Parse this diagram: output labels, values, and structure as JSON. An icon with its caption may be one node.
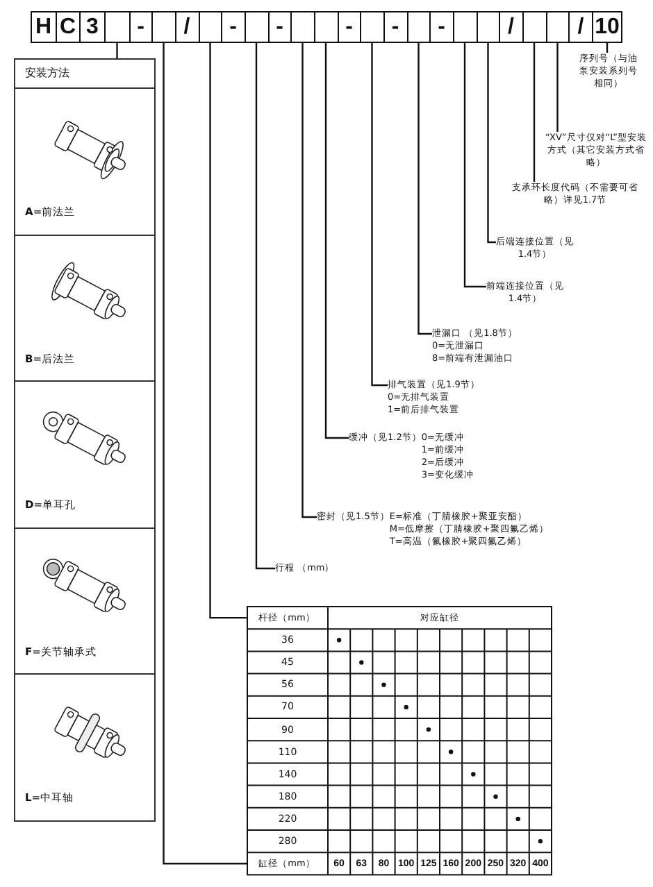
{
  "diagram": {
    "nodes": [
      {
        "text": [
          "H"
        ]
      },
      {
        "text": [
          "C"
        ]
      },
      {
        "text": [
          "3"
        ]
      },
      {
        "text": [],
        "shape": "box"
      },
      {
        "text": [
          "-"
        ]
      },
      {
        "text": [],
        "shape": "box"
      },
      {
        "text": [
          "/"
        ]
      },
      {
        "text": [],
        "shape": "box"
      },
      {
        "text": [
          "-"
        ]
      },
      {
        "text": [],
        "shape": "box"
      },
      {
        "text": [
          "-"
        ]
      },
      {
        "text": [],
        "shape": "box"
      },
      {
        "text": [],
        "shape": "box"
      },
      {
        "text": [
          "-"
        ]
      },
      {
        "text": [],
        "shape": "box"
      },
      {
        "text": [
          "-"
        ]
      },
      {
        "text": [],
        "shape": "box"
      },
      {
        "text": [
          "-"
        ]
      },
      {
        "text": [],
        "shape": "box"
      },
      {
        "text": [],
        "shape": "box"
      },
      {
        "text": [
          "/"
        ]
      },
      {
        "text": [],
        "shape": "box"
      },
      {
        "text": [],
        "shape": "box"
      },
      {
        "text": [
          "/"
        ]
      },
      {
        "text": [
          "10"
        ]
      },
      {
        "text": [
          "安装方法"
        ]
      },
      {
        "text": [
          "**A**=前法兰"
        ],
        "in": 25
      },
      {
        "text": [
          "**B**=后法兰"
        ],
        "in": 25
      },
      {
        "text": [
          "**D**=单耳孔"
        ],
        "in": 25
      },
      {
        "text": [
          "**F**=关节轴承式"
        ],
        "in": 25
      },
      {
        "text": [
          "**L**=中耳轴"
        ],
        "in": 25
      },
      {
        "text": [
          "序列号（与油泵安装系列号相同）"
        ]
      },
      {
        "text": [
          "“XV”尺寸仅对“L”型安装方式（其它安装方式省略）"
        ]
      },
      {
        "text": [
          "支承环长度代码（不需要可省略）详见1.7节"
        ]
      },
      {
        "text": [
          "后端连接位置（见1.4节）"
        ]
      },
      {
        "text": [
          "前端连接位置（见1.4节）"
        ]
      },
      {
        "text": [
          "泄漏口 （见1.8节）",
          "0=无泄漏口",
          "8=前端有泄漏油口"
        ]
      },
      {
        "text": [
          "排气装置（见1.9节）",
          "0=无排气装置",
          "1=前后排气装置"
        ]
      },
      {
        "text": [
          "缓冲（见1.2节）",
          "0=无缓冲",
          "1=前缓冲",
          "2=后缓冲",
          "3=变化缓冲"
        ]
      },
      {
        "text": [
          "密封（见1.5节）",
          "E=标准（丁腈橡胶+聚亚安酯）",
          "M=低摩擦（丁腈橡胶+聚四氟乙烯）",
          "T=高温（氟橡胶+聚四氟乙烯）"
        ]
      },
      {
        "text": [
          "行程 （mm）"
        ]
      },
      {
        "text": [
          "杆径（mm）"
        ]
      },
      {
        "text": [
          "缸径（mm）"
        ]
      }
    ],
    "edges": [
      {
        "from": 3,
        "to": 25,
        "arrow": "none"
      },
      {
        "from": 5,
        "to": 42,
        "arrow": "none"
      },
      {
        "from": 7,
        "to": 41,
        "arrow": "none"
      },
      {
        "from": 9,
        "to": 40,
        "arrow": "none"
      },
      {
        "from": 11,
        "to": 39,
        "arrow": "none"
      },
      {
        "from": 12,
        "to": 38,
        "arrow": "none"
      },
      {
        "from": 14,
        "to": 37,
        "arrow": "none"
      },
      {
        "from": 16,
        "to": 36,
        "arrow": "none"
      },
      {
        "from": 18,
        "to": 35,
        "arrow": "none"
      },
      {
        "from": 19,
        "to": 34,
        "arrow": "none"
      },
      {
        "from": 21,
        "to": 33,
        "arrow": "none"
      },
      {
        "from": 22,
        "to": 32,
        "arrow": "none"
      },
      {
        "from": 24,
        "to": 31,
        "arrow": "none"
      }
    ],
    "labels": [
      "对应缸径",
      "36",
      "45",
      "56",
      "70",
      "90",
      "110",
      "140",
      "180",
      "220",
      "280",
      "60",
      "63",
      "80",
      "100",
      "125",
      "160",
      "200",
      "250",
      "320",
      "400"
    ]
  }
}
